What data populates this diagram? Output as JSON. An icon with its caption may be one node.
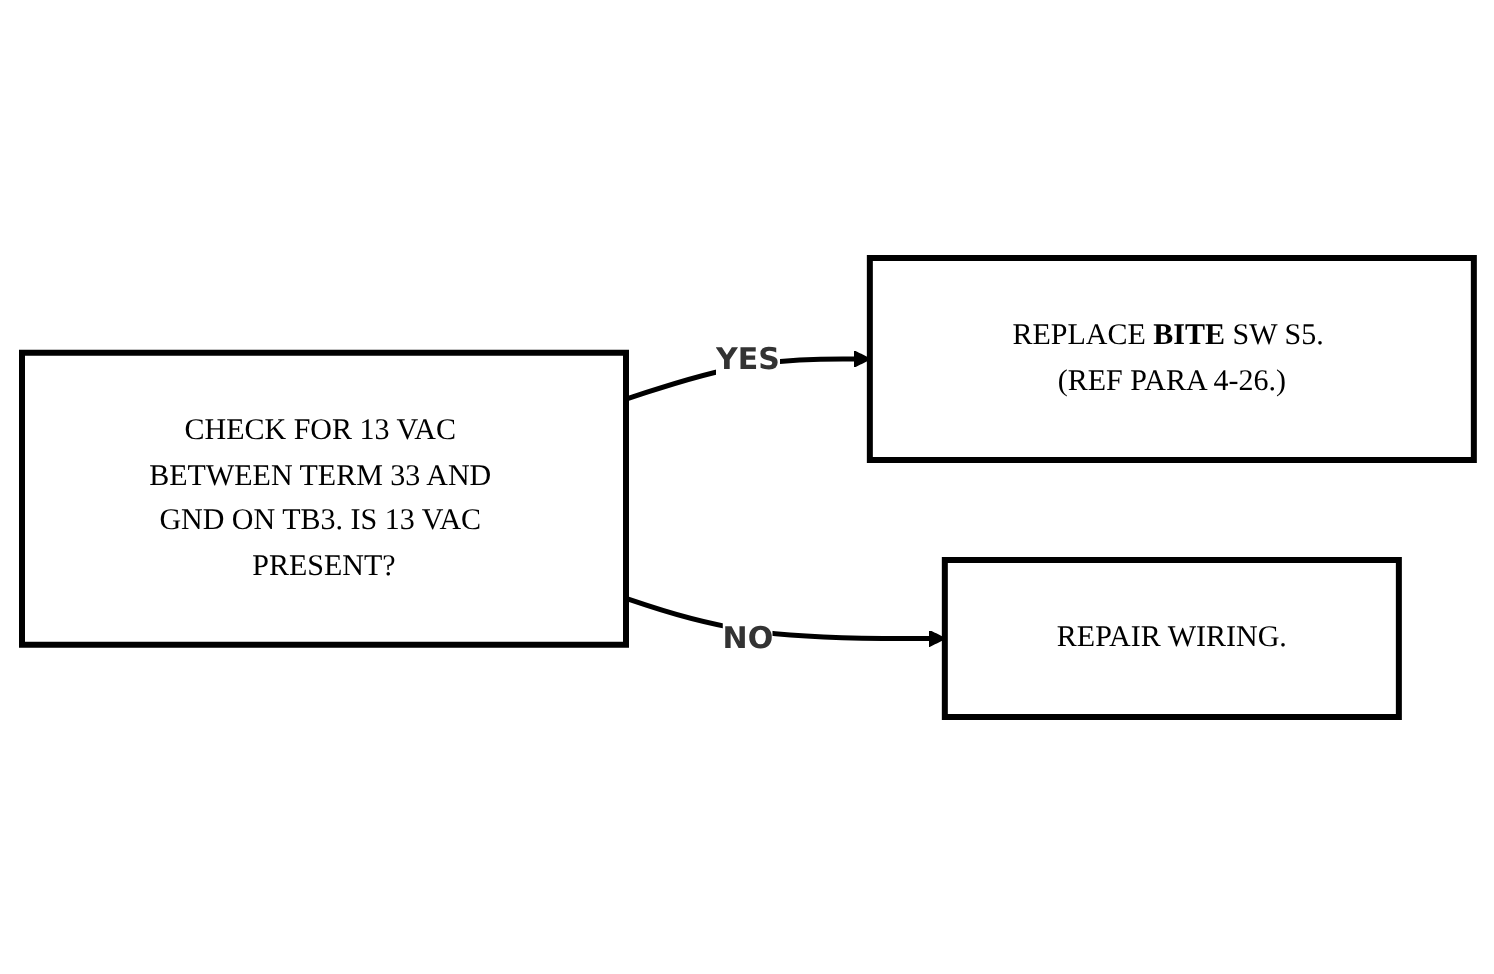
{
  "diagram": {
    "nodes": [
      {
        "text": [
          "CHECK FOR 13 VAC BETWEEN TERM 33 AND GND ON TB3. IS 13 VAC PRESENT?"
        ]
      },
      {
        "text": [
          "REPLACE **BITE** SW S5. (REF PARA 4-26.)"
        ]
      },
      {
        "text": [
          "REPAIR WIRING."
        ]
      }
    ],
    "edges": [
      {
        "from": 0,
        "to": 1,
        "arrow": "to",
        "label": "YES"
      },
      {
        "from": 0,
        "to": 2,
        "arrow": "to",
        "label": "NO"
      }
    ]
  }
}
